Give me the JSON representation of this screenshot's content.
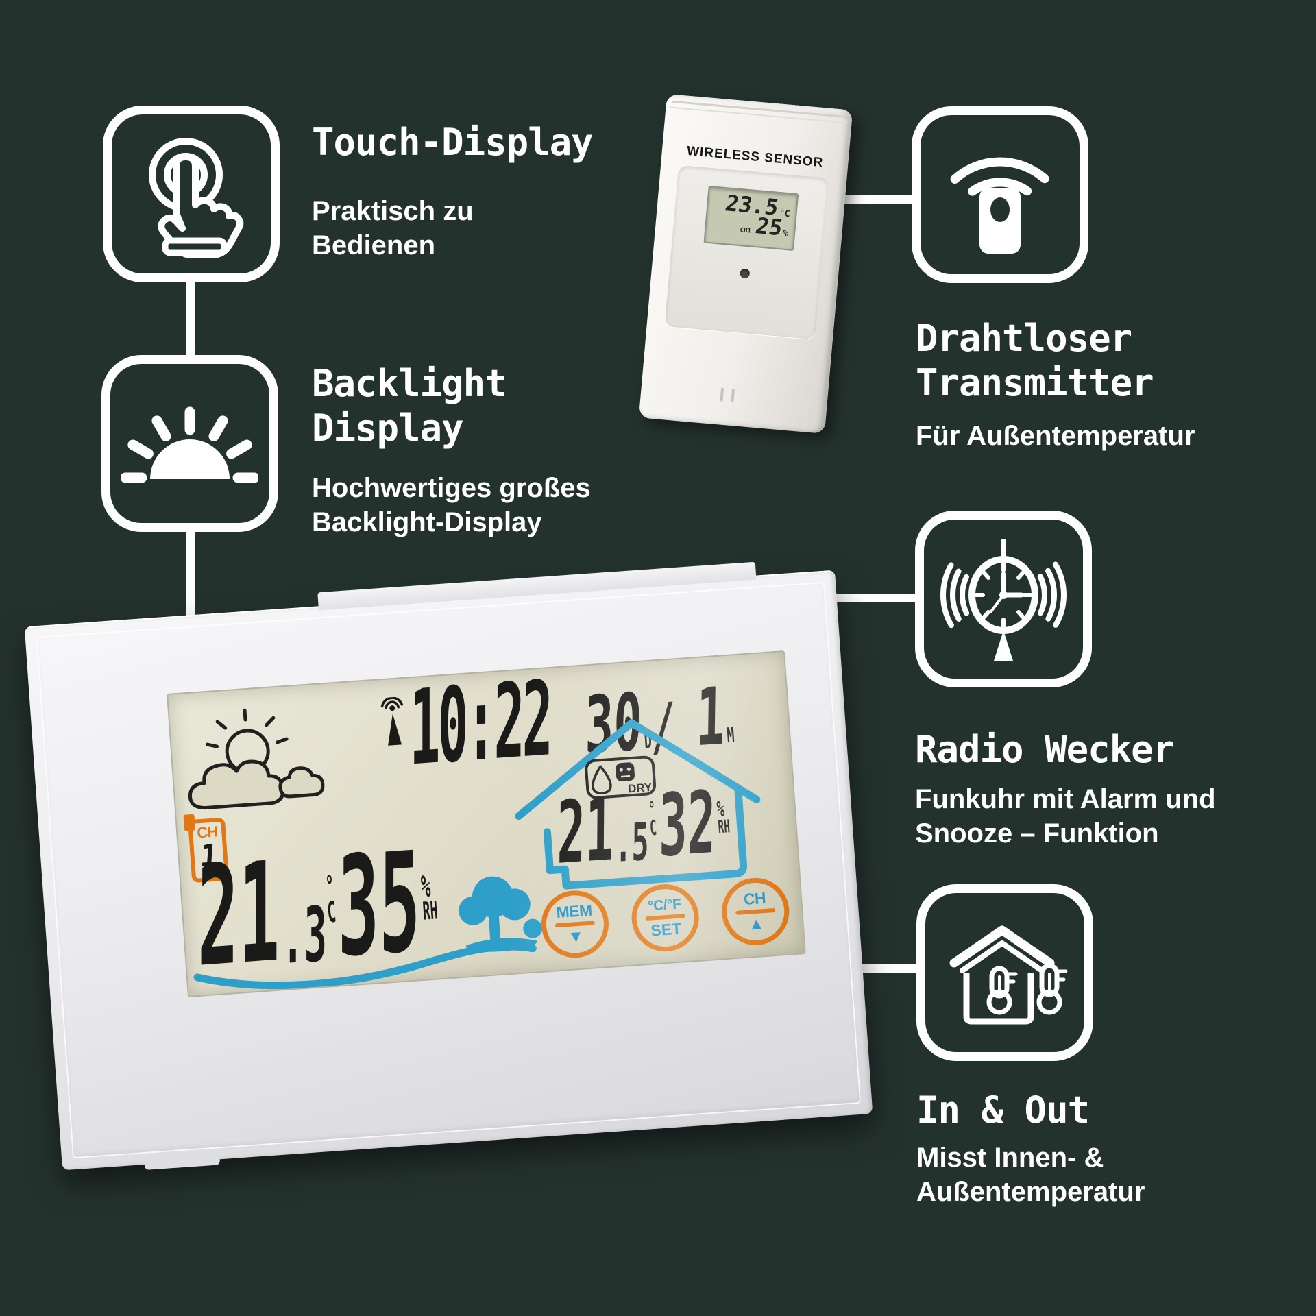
{
  "colors": {
    "background": "#24322e",
    "foreground": "#ffffff",
    "lcd_background": "#dedbc8",
    "digit_black": "#1a1a18",
    "accent_orange": "#e07818",
    "accent_blue": "#2b96c4"
  },
  "features": [
    {
      "id": "touch",
      "icon": "touch-gesture-icon",
      "title": "Touch-Display",
      "subtitle": "Praktisch zu Bedienen"
    },
    {
      "id": "backlight",
      "icon": "backlight-sun-icon",
      "title": "Backlight Display",
      "subtitle": "Hochwertiges großes Backlight-Display"
    },
    {
      "id": "transmitter",
      "icon": "wireless-transmitter-icon",
      "title": "Drahtloser Transmitter",
      "subtitle": "Für Außentemperatur"
    },
    {
      "id": "radio",
      "icon": "radio-clock-icon",
      "title": "Radio Wecker",
      "subtitle": "Funkuhr mit Alarm und Snooze – Funktion"
    },
    {
      "id": "inout",
      "icon": "indoor-outdoor-house-icon",
      "title": "In & Out",
      "subtitle": "Misst Innen- & Außentemperatur"
    }
  ],
  "sensor": {
    "title": "WIRELESS SENSOR",
    "temp": "23.5",
    "temp_unit": "°C",
    "channel": "CH1",
    "humidity": "25",
    "humidity_unit": "%"
  },
  "station": {
    "time": "10:22",
    "date": {
      "day": "30",
      "day_unit": "D",
      "separator": "/",
      "month": "1",
      "month_unit": "M"
    },
    "indoor": {
      "temp": "21",
      "temp_decimal": ".5",
      "unit_degree": "°",
      "unit_letter": "C",
      "humidity": "32",
      "humidity_percent": "%",
      "humidity_rh": "RH",
      "comfort": "DRY"
    },
    "channel_badge": {
      "label": "CH",
      "value": "1"
    },
    "outdoor": {
      "temp": "21",
      "temp_decimal": ".3",
      "unit_degree": "°",
      "unit_letter": "C",
      "humidity": "35",
      "humidity_percent": "%",
      "humidity_rh": "RH"
    },
    "buttons": [
      {
        "top": "MEM",
        "bottom": "▼"
      },
      {
        "top": "°C/°F",
        "bottom": "SET"
      },
      {
        "top": "CH",
        "bottom": "▲"
      }
    ]
  }
}
